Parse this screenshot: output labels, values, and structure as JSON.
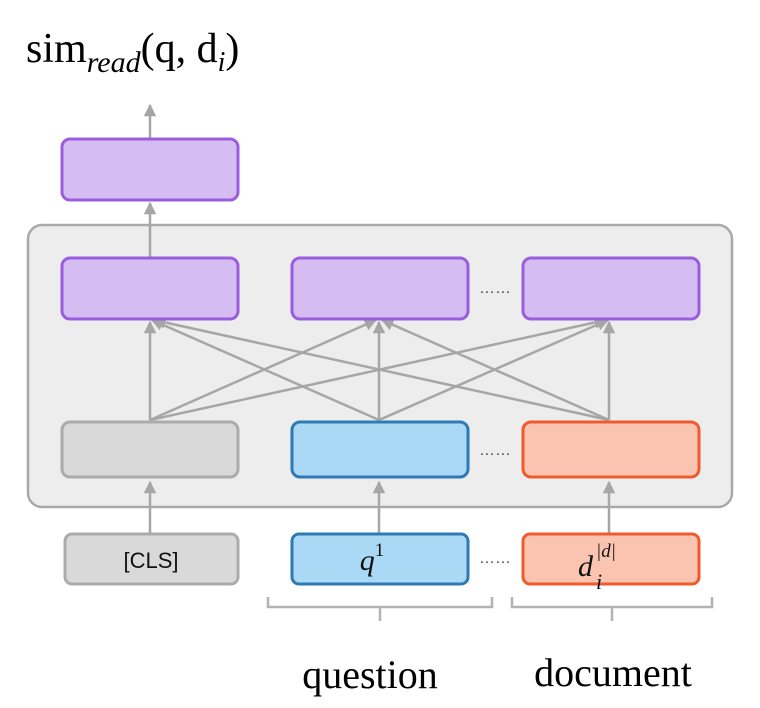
{
  "title": {
    "base": "sim",
    "subscript": "read",
    "args": "(q, d",
    "args_sub": "i",
    "close": ")"
  },
  "inputs": {
    "cls": "[CLS]",
    "q_base": "q",
    "q_sup": "1",
    "d_base": "d",
    "d_sub": "i",
    "d_sup": "|d|"
  },
  "labels": {
    "question": "question",
    "document": "document",
    "ellipsis": "……"
  },
  "colors": {
    "purple_fill": "#d5bdf2",
    "purple_stroke": "#9b5de0",
    "gray_fill": "#d9d9d9",
    "gray_stroke": "#ababab",
    "blue_fill": "#a9d9f5",
    "blue_stroke": "#2f79b5",
    "orange_fill": "#fbc4b0",
    "orange_stroke": "#ef5b2c",
    "panel_fill": "#ededed",
    "panel_stroke": "#a9a9a9",
    "arrow": "#a6a6a6"
  }
}
